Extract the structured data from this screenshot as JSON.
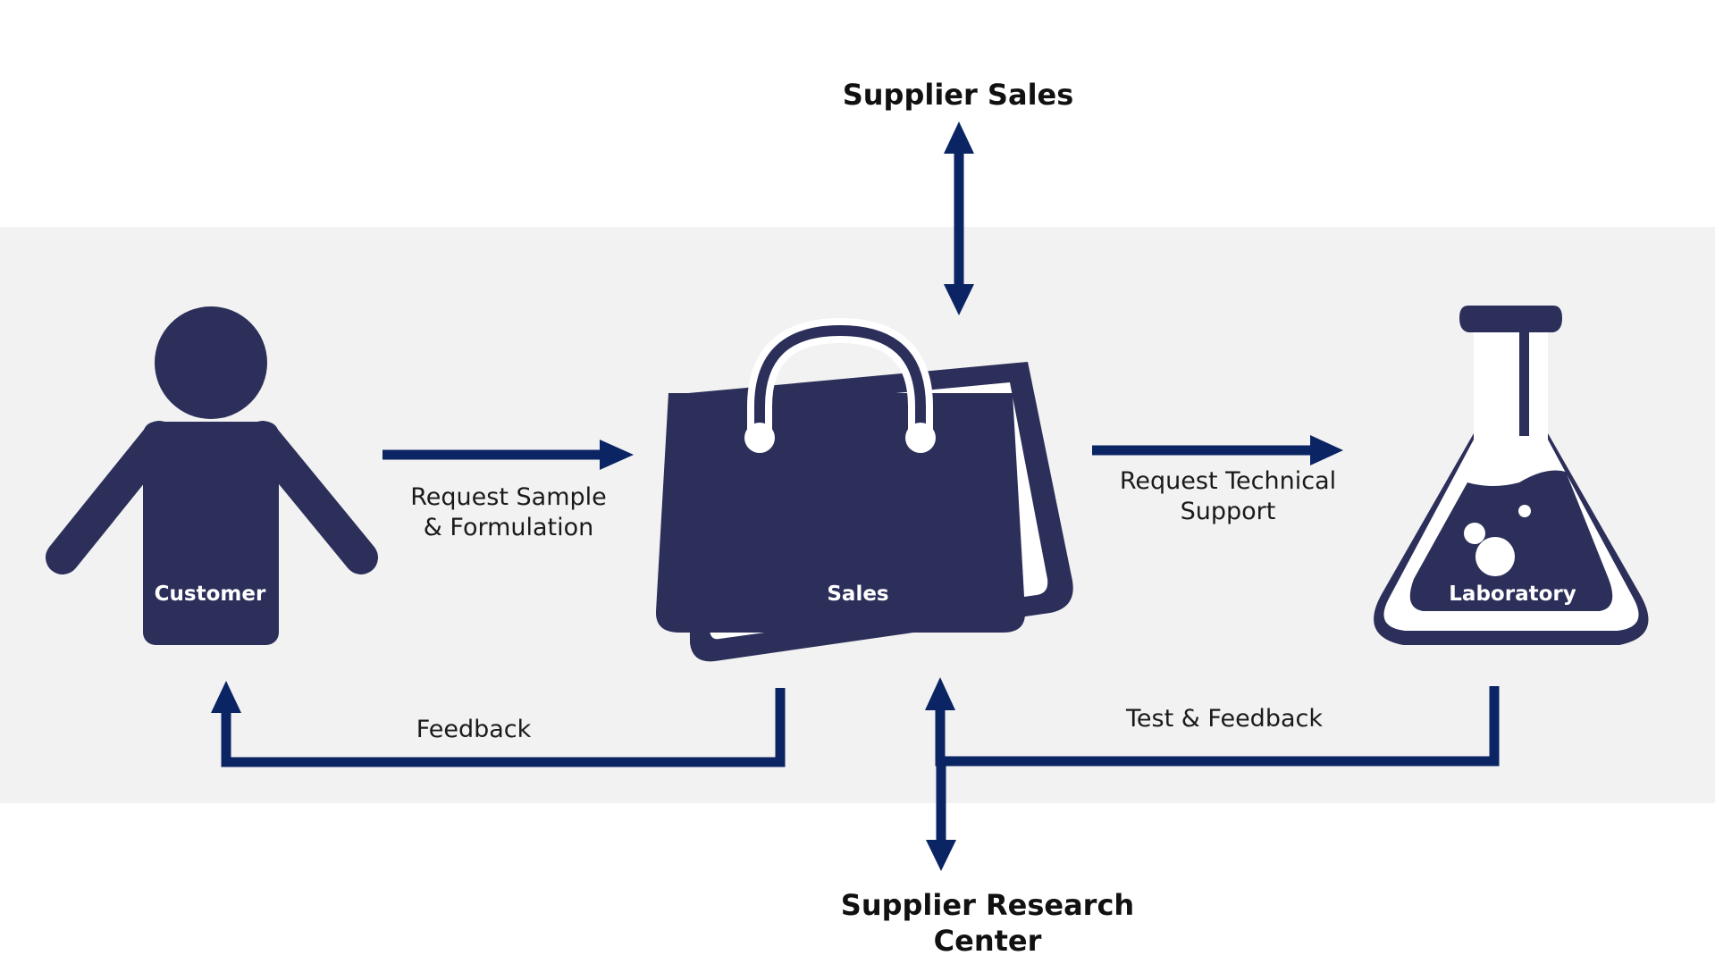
{
  "colors": {
    "icon_fill": "#2c2f5a",
    "arrow": "#0b2463",
    "band": "#f2f2f2",
    "background": "#ffffff"
  },
  "nodes": {
    "customer": {
      "label": "Customer",
      "icon": "person-icon"
    },
    "sales": {
      "label": "Sales",
      "icon": "shopping-bag-icon"
    },
    "laboratory": {
      "label": "Laboratory",
      "icon": "flask-icon"
    }
  },
  "external": {
    "supplier_sales": "Supplier Sales",
    "supplier_research_center": "Supplier Research Center"
  },
  "edges": {
    "request_sample": "Request Sample\n& Formulation",
    "request_technical_support": "Request Technical\nSupport",
    "feedback": "Feedback",
    "test_feedback": "Test & Feedback"
  }
}
